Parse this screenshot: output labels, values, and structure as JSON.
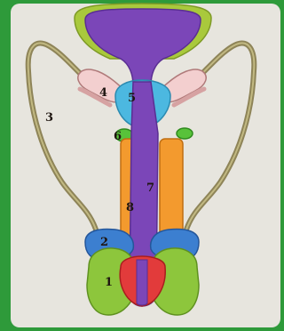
{
  "diagram": {
    "labels": [
      {
        "id": "label-1",
        "text": "1"
      },
      {
        "id": "label-2",
        "text": "2"
      },
      {
        "id": "label-3",
        "text": "3"
      },
      {
        "id": "label-4",
        "text": "4"
      },
      {
        "id": "label-5",
        "text": "5"
      },
      {
        "id": "label-6",
        "text": "6"
      },
      {
        "id": "label-7",
        "text": "7"
      },
      {
        "id": "label-8",
        "text": "8"
      }
    ]
  },
  "colors": {
    "frame": "#2e9a3a",
    "background": "#e7e5de",
    "bladder_rim": "#a9c93c",
    "bladder": "#7b46b8",
    "urethra": "#7b46b8",
    "seminal_vesicle": "#f3cfcf",
    "prostate": "#4cb8e0",
    "bulbourethral_gland": "#58c23a",
    "vas_deferens": "#8e8458",
    "corpora": "#f39a2e",
    "epididymis": "#3c7fd0",
    "testis": "#8dc63c",
    "glans": "#e23b3b"
  }
}
